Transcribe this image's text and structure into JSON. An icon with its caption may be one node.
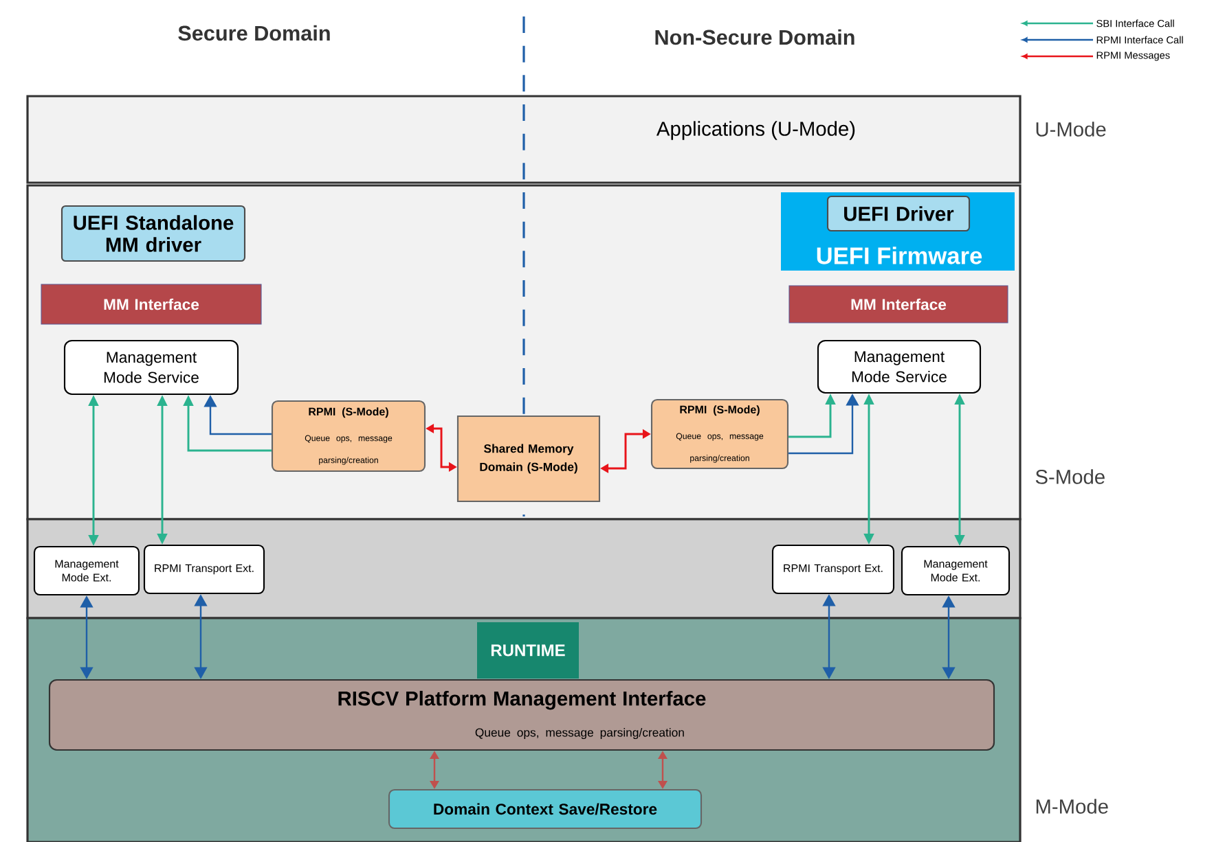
{
  "diagram": {
    "nodes": [
      {
        "text": [
          "Applications (U-Mode)"
        ],
        "beside": [
          "U-Mode"
        ]
      },
      {
        "text": [],
        "shape": "box",
        "beside": [
          "S-Mode"
        ]
      },
      {
        "text": [
          "UEFI Standalone MM driver"
        ],
        "in": 1
      },
      {
        "text": [
          "UEFI Firmware"
        ],
        "in": 1
      },
      {
        "text": [
          "UEFI Driver"
        ],
        "in": 3
      },
      {
        "text": [
          "MM Interface"
        ],
        "in": 1
      },
      {
        "text": [
          "MM Interface"
        ],
        "in": 1
      },
      {
        "text": [
          "Management Mode Service"
        ],
        "in": 1
      },
      {
        "text": [
          "Management Mode Service"
        ],
        "in": 1
      },
      {
        "text": [
          "RPMI (S-Mode)",
          "Queue ops, message parsing/creation"
        ],
        "in": 1
      },
      {
        "text": [
          "Shared Memory Domain (S-Mode)"
        ],
        "in": 1
      },
      {
        "text": [
          "RPMI (S-Mode)",
          "Queue ops, message parsing/creation"
        ],
        "in": 1
      },
      {
        "text": [],
        "shape": "box"
      },
      {
        "text": [
          "Management Mode Ext."
        ],
        "in": 12
      },
      {
        "text": [
          "RPMI Transport Ext."
        ],
        "in": 12
      },
      {
        "text": [
          "RPMI Transport Ext."
        ],
        "in": 12
      },
      {
        "text": [
          "Management Mode Ext."
        ],
        "in": 12
      },
      {
        "text": [],
        "shape": "box",
        "beside": [
          "M-Mode"
        ]
      },
      {
        "text": [
          "RUNTIME"
        ],
        "in": 17
      },
      {
        "text": [
          "RISCV Platform Management Interface",
          "Queue ops, message parsing/creation"
        ],
        "in": 17
      },
      {
        "text": [
          "Domain Context Save/Restore"
        ],
        "in": 17
      }
    ],
    "edges": [
      {
        "from": 13,
        "to": 7,
        "arrow": "both"
      },
      {
        "from": 14,
        "to": 7,
        "arrow": "both"
      },
      {
        "from": 9,
        "to": 7,
        "arrow": "to"
      },
      {
        "from": 9,
        "to": 7,
        "arrow": "to",
        "color": "#1f5fa8"
      },
      {
        "from": 9,
        "to": 10,
        "arrow": "both",
        "color": "#e8141a"
      },
      {
        "from": 11,
        "to": 10,
        "arrow": "both",
        "color": "#e8141a"
      },
      {
        "from": 11,
        "to": 8,
        "arrow": "to"
      },
      {
        "from": 11,
        "to": 8,
        "arrow": "to",
        "color": "#1f5fa8"
      },
      {
        "from": 15,
        "to": 8,
        "arrow": "both"
      },
      {
        "from": 16,
        "to": 8,
        "arrow": "both"
      },
      {
        "from": 13,
        "to": 19,
        "arrow": "both",
        "color": "#1f5fa8"
      },
      {
        "from": 14,
        "to": 19,
        "arrow": "both",
        "color": "#1f5fa8"
      },
      {
        "from": 15,
        "to": 19,
        "arrow": "both",
        "color": "#1f5fa8"
      },
      {
        "from": 16,
        "to": 19,
        "arrow": "both",
        "color": "#1f5fa8"
      },
      {
        "from": 19,
        "to": 20,
        "arrow": "both",
        "color": "#c0504d"
      },
      {
        "from": 19,
        "to": 20,
        "arrow": "both",
        "color": "#c0504d"
      }
    ],
    "labels": [
      "Secure Domain",
      "Non-Secure Domain"
    ],
    "legend": [
      {
        "text": "SBI Interface Call"
      },
      {
        "text": "RPMI Interface Call"
      },
      {
        "text": "RPMI Messages"
      }
    ]
  }
}
